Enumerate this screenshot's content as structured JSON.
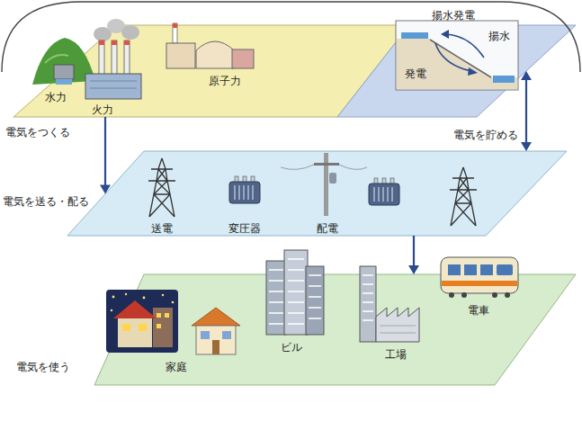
{
  "diagram": {
    "nodes": [
      {
        "text": [
          "水力",
          "火力",
          "原子力"
        ]
      },
      {
        "text": [
          "揚水発電",
          "揚水",
          "発電"
        ]
      },
      {
        "text": [
          "電気を送る・配る",
          "送電",
          "変圧器",
          "配電"
        ]
      },
      {
        "text": [
          "電気を使う",
          "家庭",
          "ビル",
          "工場",
          "電車"
        ]
      }
    ],
    "edges": [
      {
        "from": 0,
        "to": 2,
        "arrow": "to",
        "label": "電気をつくる"
      },
      {
        "from": 1,
        "to": 2,
        "arrow": "both",
        "label": "電気を貯める"
      },
      {
        "from": 2,
        "to": 3,
        "arrow": "to"
      }
    ]
  }
}
